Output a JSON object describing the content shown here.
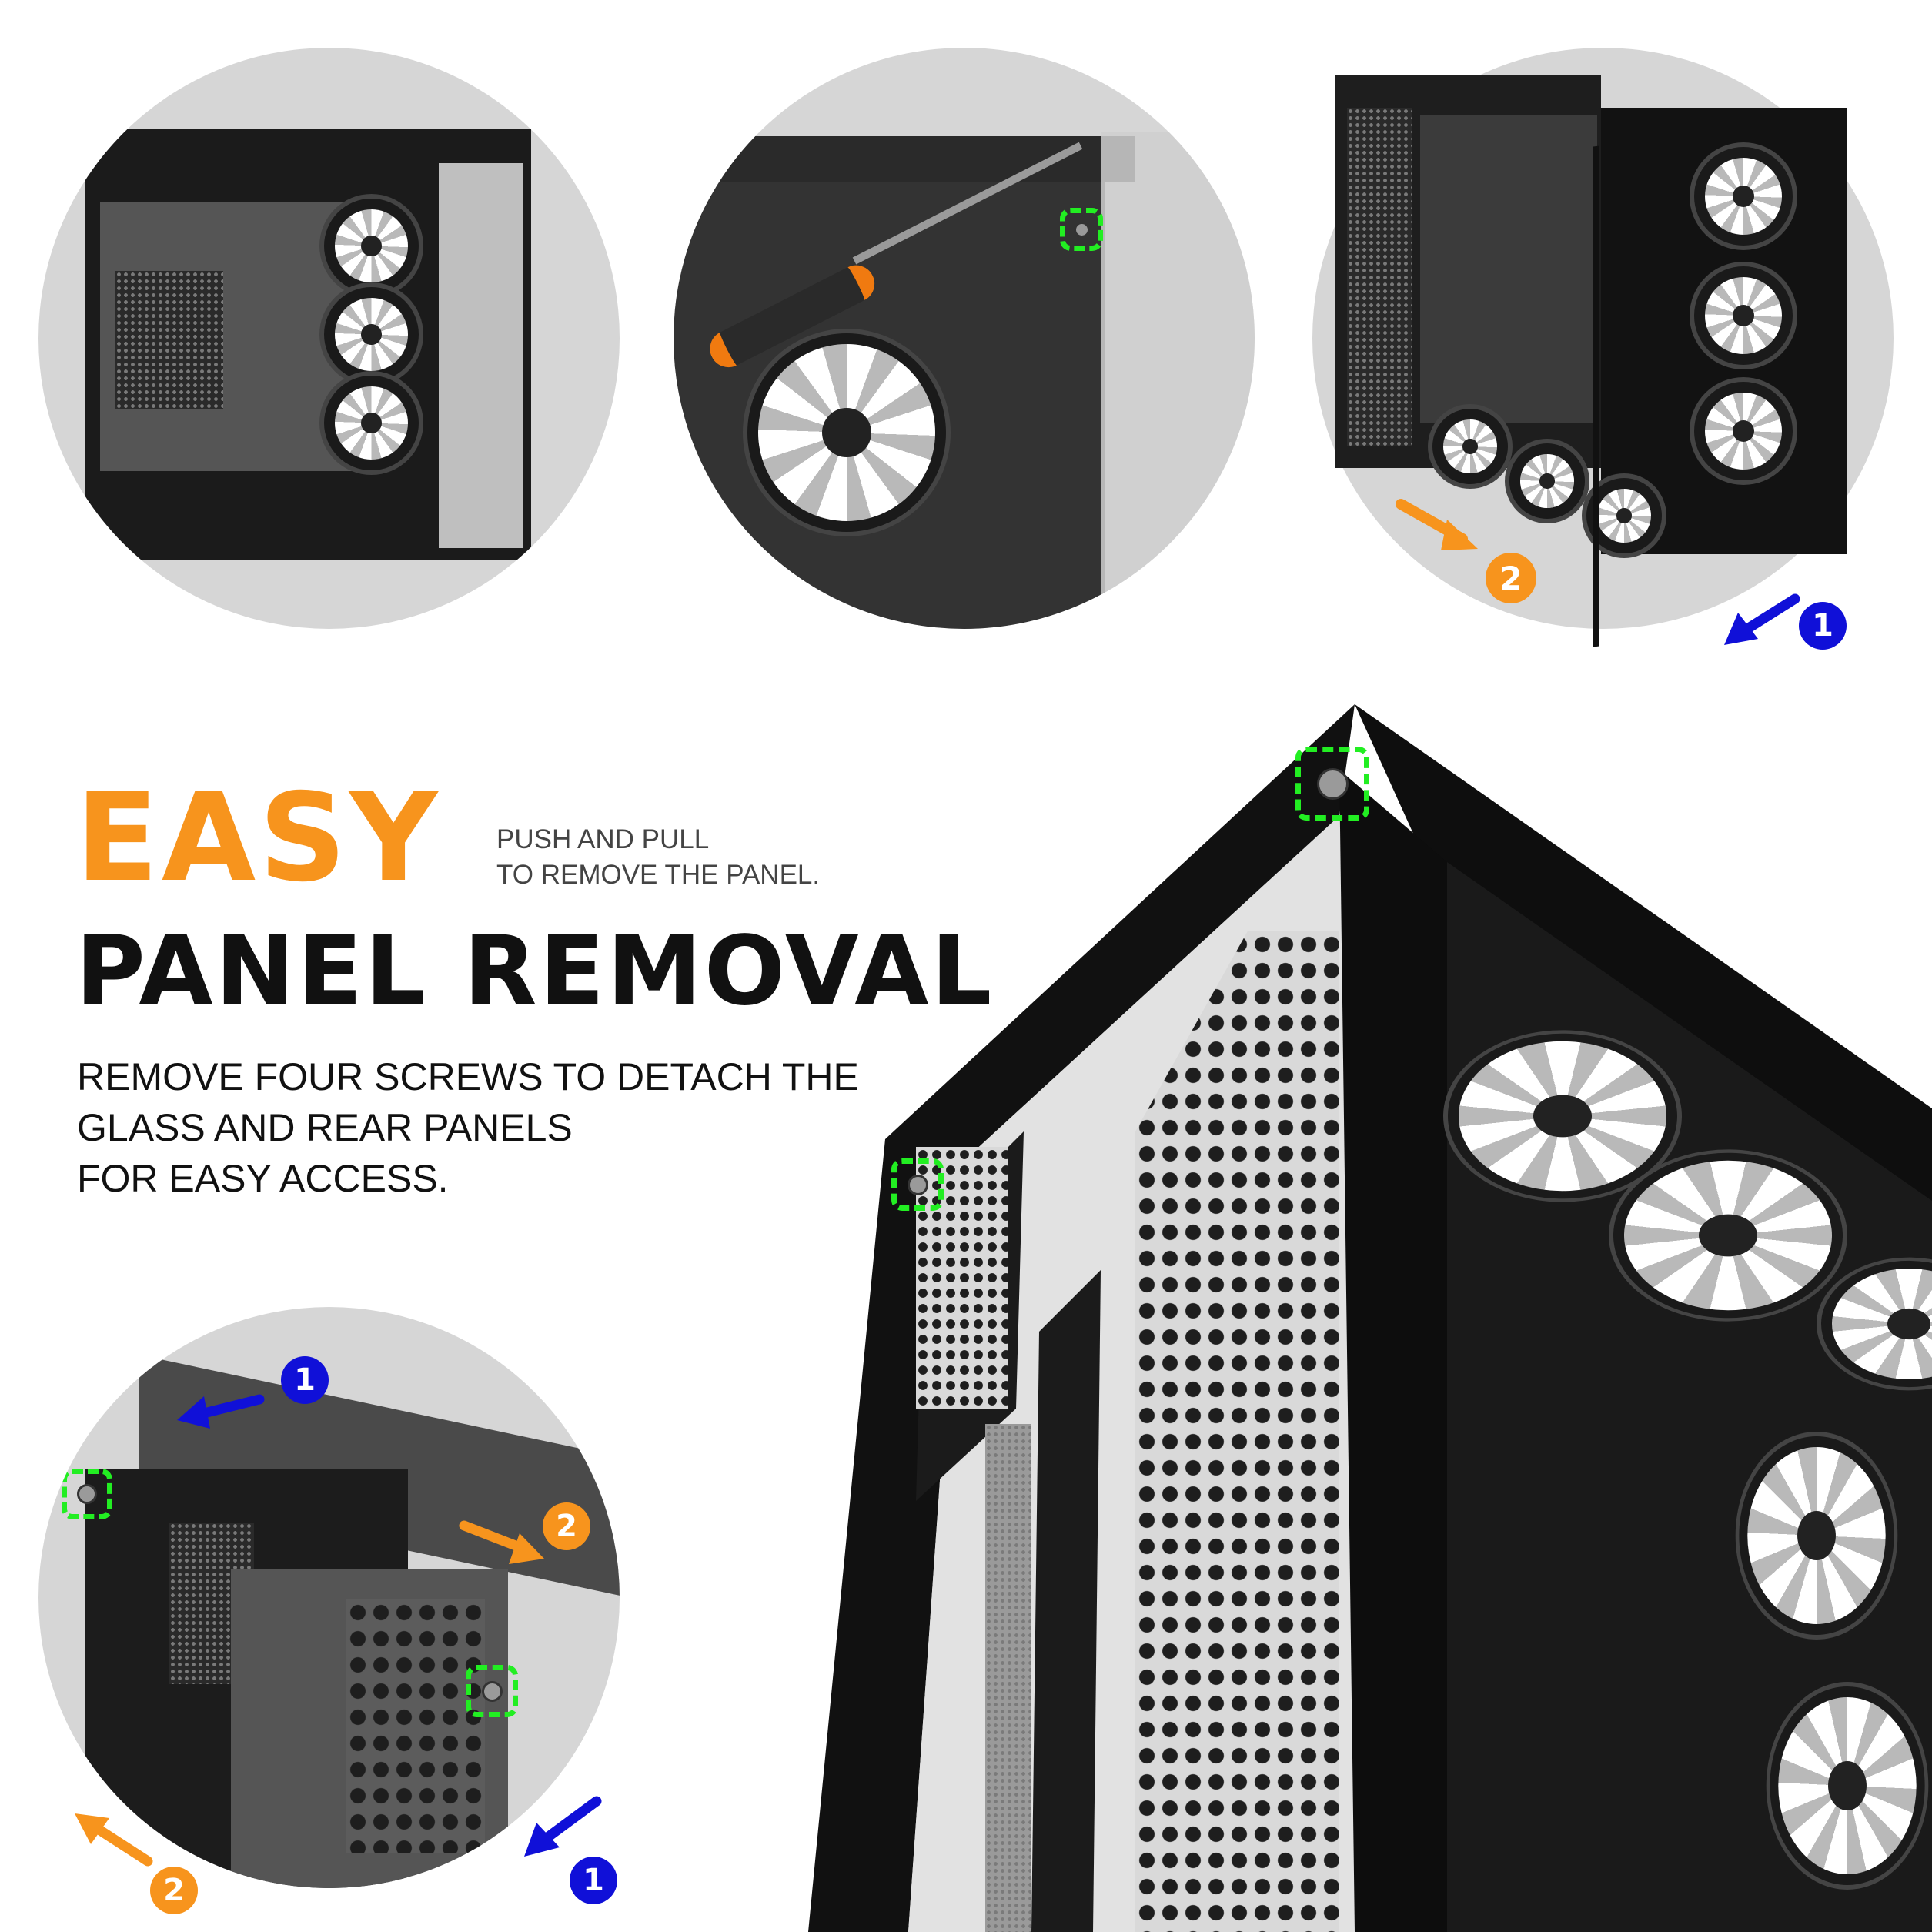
{
  "headline": {
    "accent": "EASY",
    "main": "PANEL REMOVAL"
  },
  "note": {
    "line1": "PUSH AND PULL",
    "line2": "TO REMOVE THE PANEL."
  },
  "description": {
    "line1": "REMOVE FOUR SCREWS TO DETACH THE",
    "line2": "GLASS AND REAR PANELS",
    "line3": "FOR EASY ACCESS."
  },
  "step_badges": {
    "one": "1",
    "two": "2"
  },
  "colors": {
    "accent": "#f7941d",
    "text": "#111111",
    "step_one": "#1010d8",
    "step_two": "#f7941d",
    "screw_highlight": "#22ee22",
    "circle_background": "#d6d6d6"
  }
}
